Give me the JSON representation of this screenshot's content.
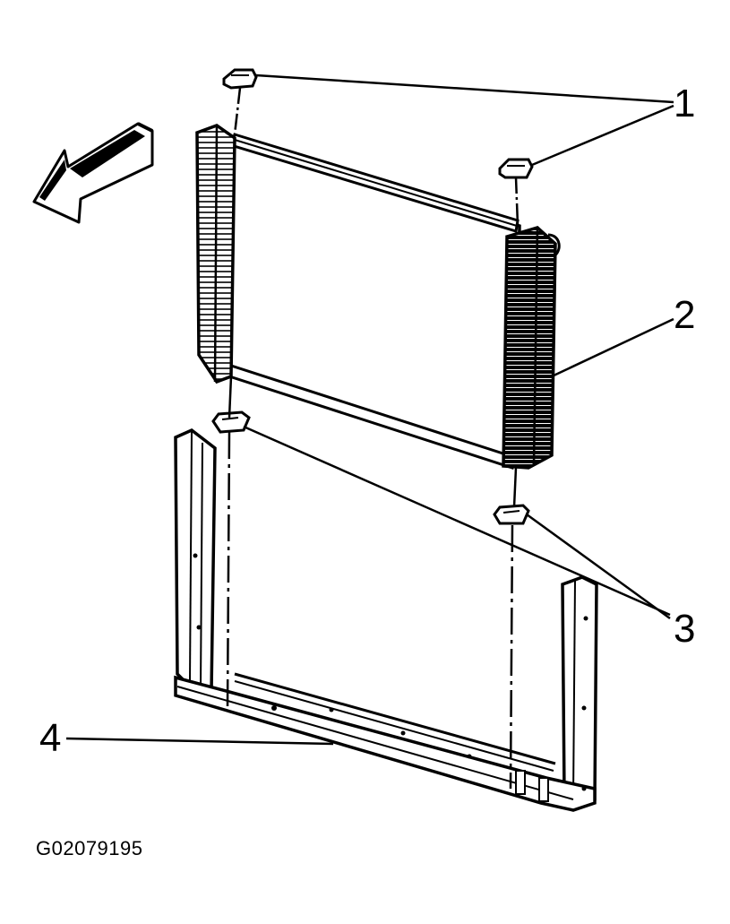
{
  "callouts": {
    "c1": "1",
    "c2": "2",
    "c3": "3",
    "c4": "4"
  },
  "figure_code": "G02079195",
  "icons": {
    "direction_arrow": "front-direction-arrow-icon"
  }
}
